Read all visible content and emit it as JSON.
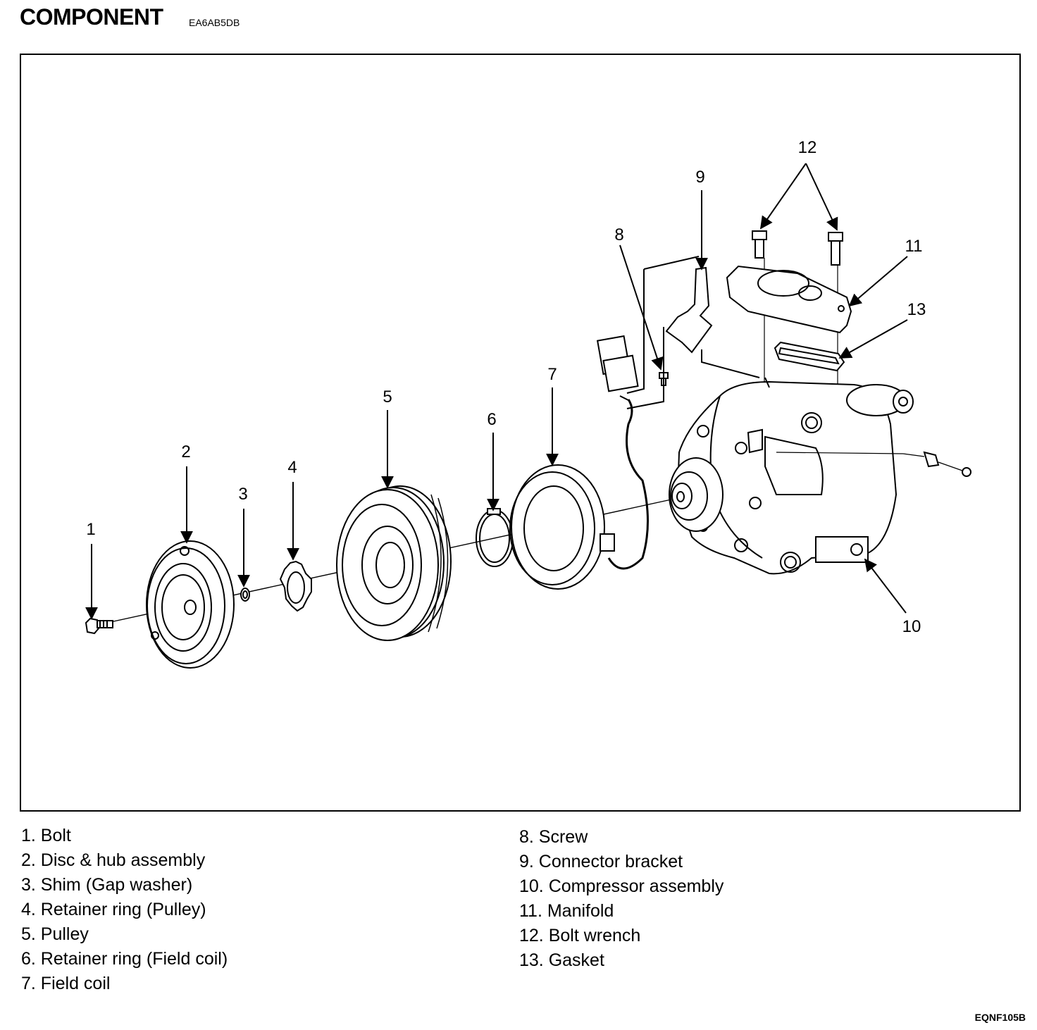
{
  "header": {
    "title": "COMPONENT",
    "code": "EA6AB5DB"
  },
  "callouts": [
    "1",
    "2",
    "3",
    "4",
    "5",
    "6",
    "7",
    "8",
    "9",
    "10",
    "11",
    "12",
    "13"
  ],
  "legend": {
    "left": [
      "1. Bolt",
      "2. Disc & hub assembly",
      "3. Shim (Gap washer)",
      "4. Retainer ring (Pulley)",
      "5. Pulley",
      "6. Retainer ring (Field coil)",
      "7. Field coil"
    ],
    "right": [
      "8. Screw",
      "9. Connector bracket",
      "10. Compressor assembly",
      "11. Manifold",
      "12. Bolt wrench",
      "13. Gasket"
    ]
  },
  "footer": {
    "figure_code": "EQNF105B"
  }
}
